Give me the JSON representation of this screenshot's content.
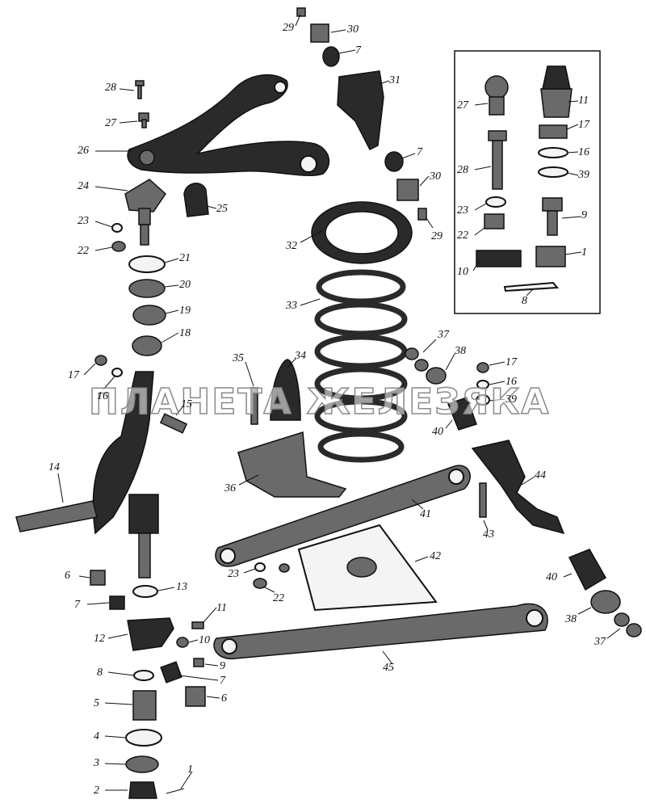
{
  "watermark_text": "ПЛАНЕТА ЖЕЛЕЗЯКА",
  "labels": [
    "1",
    "2",
    "3",
    "4",
    "5",
    "6",
    "7",
    "8",
    "9",
    "10",
    "11",
    "12",
    "13",
    "14",
    "15",
    "16",
    "17",
    "18",
    "19",
    "20",
    "21",
    "22",
    "23",
    "24",
    "25",
    "26",
    "27",
    "28",
    "29",
    "30",
    "31",
    "32",
    "33",
    "34",
    "35",
    "36",
    "37",
    "38",
    "39",
    "40",
    "41",
    "42",
    "43",
    "44",
    "45"
  ],
  "callouts": [
    {
      "text": "28",
      "name": "callout-28-upper-left"
    },
    {
      "text": "27",
      "name": "callout-27-upper-left"
    },
    {
      "text": "26",
      "name": "callout-26"
    },
    {
      "text": "24",
      "name": "callout-24"
    },
    {
      "text": "25",
      "name": "callout-25"
    },
    {
      "text": "23",
      "name": "callout-23-left"
    },
    {
      "text": "22",
      "name": "callout-22-left"
    },
    {
      "text": "21",
      "name": "callout-21"
    },
    {
      "text": "20",
      "name": "callout-20"
    },
    {
      "text": "19",
      "name": "callout-19"
    },
    {
      "text": "18",
      "name": "callout-18"
    },
    {
      "text": "17",
      "name": "callout-17-left"
    },
    {
      "text": "16",
      "name": "callout-16-left"
    },
    {
      "text": "15",
      "name": "callout-15"
    },
    {
      "text": "14",
      "name": "callout-14"
    },
    {
      "text": "13",
      "name": "callout-13"
    },
    {
      "text": "6",
      "name": "callout-6-left"
    },
    {
      "text": "7",
      "name": "callout-7-left"
    },
    {
      "text": "11",
      "name": "callout-11-lower"
    },
    {
      "text": "12",
      "name": "callout-12"
    },
    {
      "text": "10",
      "name": "callout-10-lower"
    },
    {
      "text": "9",
      "name": "callout-9-lower"
    },
    {
      "text": "8",
      "name": "callout-8-lower"
    },
    {
      "text": "7",
      "name": "callout-7-lower"
    },
    {
      "text": "6",
      "name": "callout-6-lower"
    },
    {
      "text": "5",
      "name": "callout-5"
    },
    {
      "text": "4",
      "name": "callout-4"
    },
    {
      "text": "3",
      "name": "callout-3"
    },
    {
      "text": "2",
      "name": "callout-2"
    },
    {
      "text": "1",
      "name": "callout-1-lower"
    },
    {
      "text": "29",
      "name": "callout-29-top"
    },
    {
      "text": "30",
      "name": "callout-30-top"
    },
    {
      "text": "7",
      "name": "callout-7-top"
    },
    {
      "text": "31",
      "name": "callout-31"
    },
    {
      "text": "7",
      "name": "callout-7-mid"
    },
    {
      "text": "30",
      "name": "callout-30-mid"
    },
    {
      "text": "29",
      "name": "callout-29-mid"
    },
    {
      "text": "32",
      "name": "callout-32"
    },
    {
      "text": "33",
      "name": "callout-33"
    },
    {
      "text": "35",
      "name": "callout-35"
    },
    {
      "text": "34",
      "name": "callout-34"
    },
    {
      "text": "36",
      "name": "callout-36"
    },
    {
      "text": "37",
      "name": "callout-37-upper"
    },
    {
      "text": "38",
      "name": "callout-38-upper"
    },
    {
      "text": "17",
      "name": "callout-17-right"
    },
    {
      "text": "16",
      "name": "callout-16-right"
    },
    {
      "text": "39",
      "name": "callout-39-right"
    },
    {
      "text": "40",
      "name": "callout-40-upper"
    },
    {
      "text": "41",
      "name": "callout-41"
    },
    {
      "text": "44",
      "name": "callout-44"
    },
    {
      "text": "43",
      "name": "callout-43"
    },
    {
      "text": "23",
      "name": "callout-23-center"
    },
    {
      "text": "22",
      "name": "callout-22-center"
    },
    {
      "text": "42",
      "name": "callout-42"
    },
    {
      "text": "40",
      "name": "callout-40-lower"
    },
    {
      "text": "38",
      "name": "callout-38-lower"
    },
    {
      "text": "37",
      "name": "callout-37-lower"
    },
    {
      "text": "45",
      "name": "callout-45"
    },
    {
      "text": "27",
      "name": "callout-27-inset"
    },
    {
      "text": "11",
      "name": "callout-11-inset"
    },
    {
      "text": "17",
      "name": "callout-17-inset"
    },
    {
      "text": "16",
      "name": "callout-16-inset"
    },
    {
      "text": "39",
      "name": "callout-39-inset"
    },
    {
      "text": "28",
      "name": "callout-28-inset"
    },
    {
      "text": "23",
      "name": "callout-23-inset"
    },
    {
      "text": "9",
      "name": "callout-9-inset"
    },
    {
      "text": "22",
      "name": "callout-22-inset"
    },
    {
      "text": "10",
      "name": "callout-10-inset"
    },
    {
      "text": "8",
      "name": "callout-8-inset"
    },
    {
      "text": "1",
      "name": "callout-1-inset"
    }
  ]
}
